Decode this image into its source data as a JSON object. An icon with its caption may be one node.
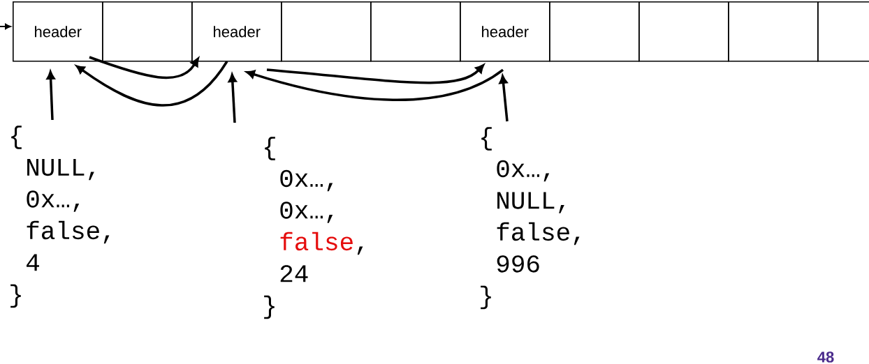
{
  "diagram": {
    "nodes": [
      {
        "text": [
          "header"
        ]
      },
      {
        "text": [],
        "shape": "box"
      },
      {
        "text": [
          "header"
        ]
      },
      {
        "text": [],
        "shape": "box"
      },
      {
        "text": [],
        "shape": "box"
      },
      {
        "text": [
          "header"
        ]
      },
      {
        "text": [],
        "shape": "box"
      },
      {
        "text": [],
        "shape": "box"
      },
      {
        "text": [],
        "shape": "box"
      },
      {
        "text": [],
        "shape": "box"
      },
      {
        "text": [
          "{",
          "NULL,",
          "0x…,",
          "false,",
          "4",
          "}"
        ]
      },
      {
        "text": [
          "{",
          "0x…,",
          "0x…,",
          "false",
          ",",
          "24",
          "}"
        ]
      },
      {
        "text": [
          "{",
          "0x…,",
          "NULL,",
          "false,",
          "996",
          "}"
        ]
      }
    ],
    "edges": [
      {
        "from": null,
        "to": 0,
        "arrow": "to"
      },
      {
        "from": 10,
        "to": 0,
        "arrow": "to"
      },
      {
        "from": 11,
        "to": 2,
        "arrow": "to"
      },
      {
        "from": 12,
        "to": 5,
        "arrow": "to"
      },
      {
        "from": 0,
        "to": 2,
        "arrow": "to"
      },
      {
        "from": 2,
        "to": 0,
        "arrow": "to"
      },
      {
        "from": 2,
        "to": 5,
        "arrow": "to"
      },
      {
        "from": 5,
        "to": 2,
        "arrow": "to"
      }
    ],
    "labels": [
      "48"
    ]
  }
}
